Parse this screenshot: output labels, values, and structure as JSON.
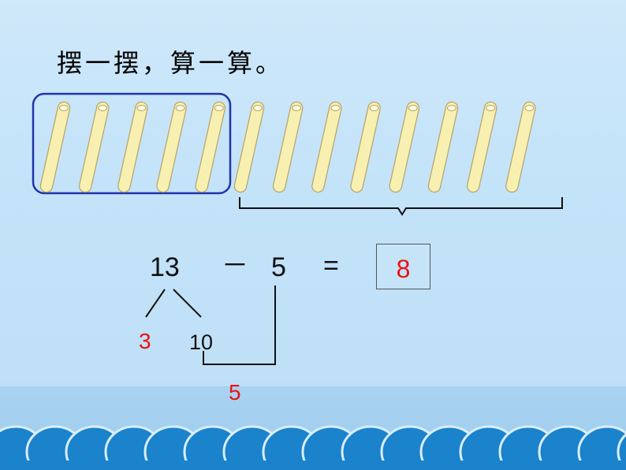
{
  "instruction": "摆一摆，算一算。",
  "sticks": {
    "count": 13,
    "circled_group": 5,
    "stick_color": "#f8f0b0",
    "outline_color": "#b8a46a",
    "group_box_color": "#2233aa"
  },
  "equation": {
    "minuend": "13",
    "operator_minus": "－",
    "subtrahend": "5",
    "operator_equals": "=",
    "answer": "8"
  },
  "decomposition": {
    "part_a": "3",
    "part_b": "10",
    "intermediate_result": "5"
  },
  "colors": {
    "background": "#c3e3f9",
    "water": "#a3cff0",
    "wave": "#1b82cc",
    "highlight_text": "#e11111"
  }
}
